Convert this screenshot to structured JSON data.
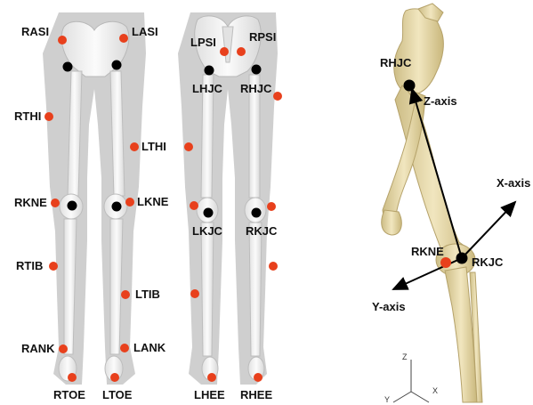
{
  "colors": {
    "marker": "#e8401c",
    "joint_center": "#000000",
    "leg_shadow": "#cfcfcf",
    "bone": "#f4f4f4",
    "bone_3d": "#e6d7a2"
  },
  "panel_front": {
    "markers": [
      "RASI",
      "LASI",
      "RTHI",
      "LTHI",
      "RKNE",
      "LKNE",
      "RTIB",
      "LTIB",
      "RANK",
      "LANK",
      "RTOE",
      "LTOE"
    ]
  },
  "panel_back": {
    "markers": [
      "LPSI",
      "RPSI",
      "LHJC",
      "RHJC",
      "LKJC",
      "RKJC",
      "LHEE",
      "RHEE"
    ]
  },
  "panel_3d": {
    "hip_label": "RHJC",
    "knee_marker_label": "RKNE",
    "knee_center_label": "RKJC",
    "z_axis_label": "Z-axis",
    "x_axis_label": "X-axis",
    "y_axis_label": "Y-axis",
    "triad": {
      "z": "Z",
      "y": "Y",
      "x": "X"
    }
  }
}
